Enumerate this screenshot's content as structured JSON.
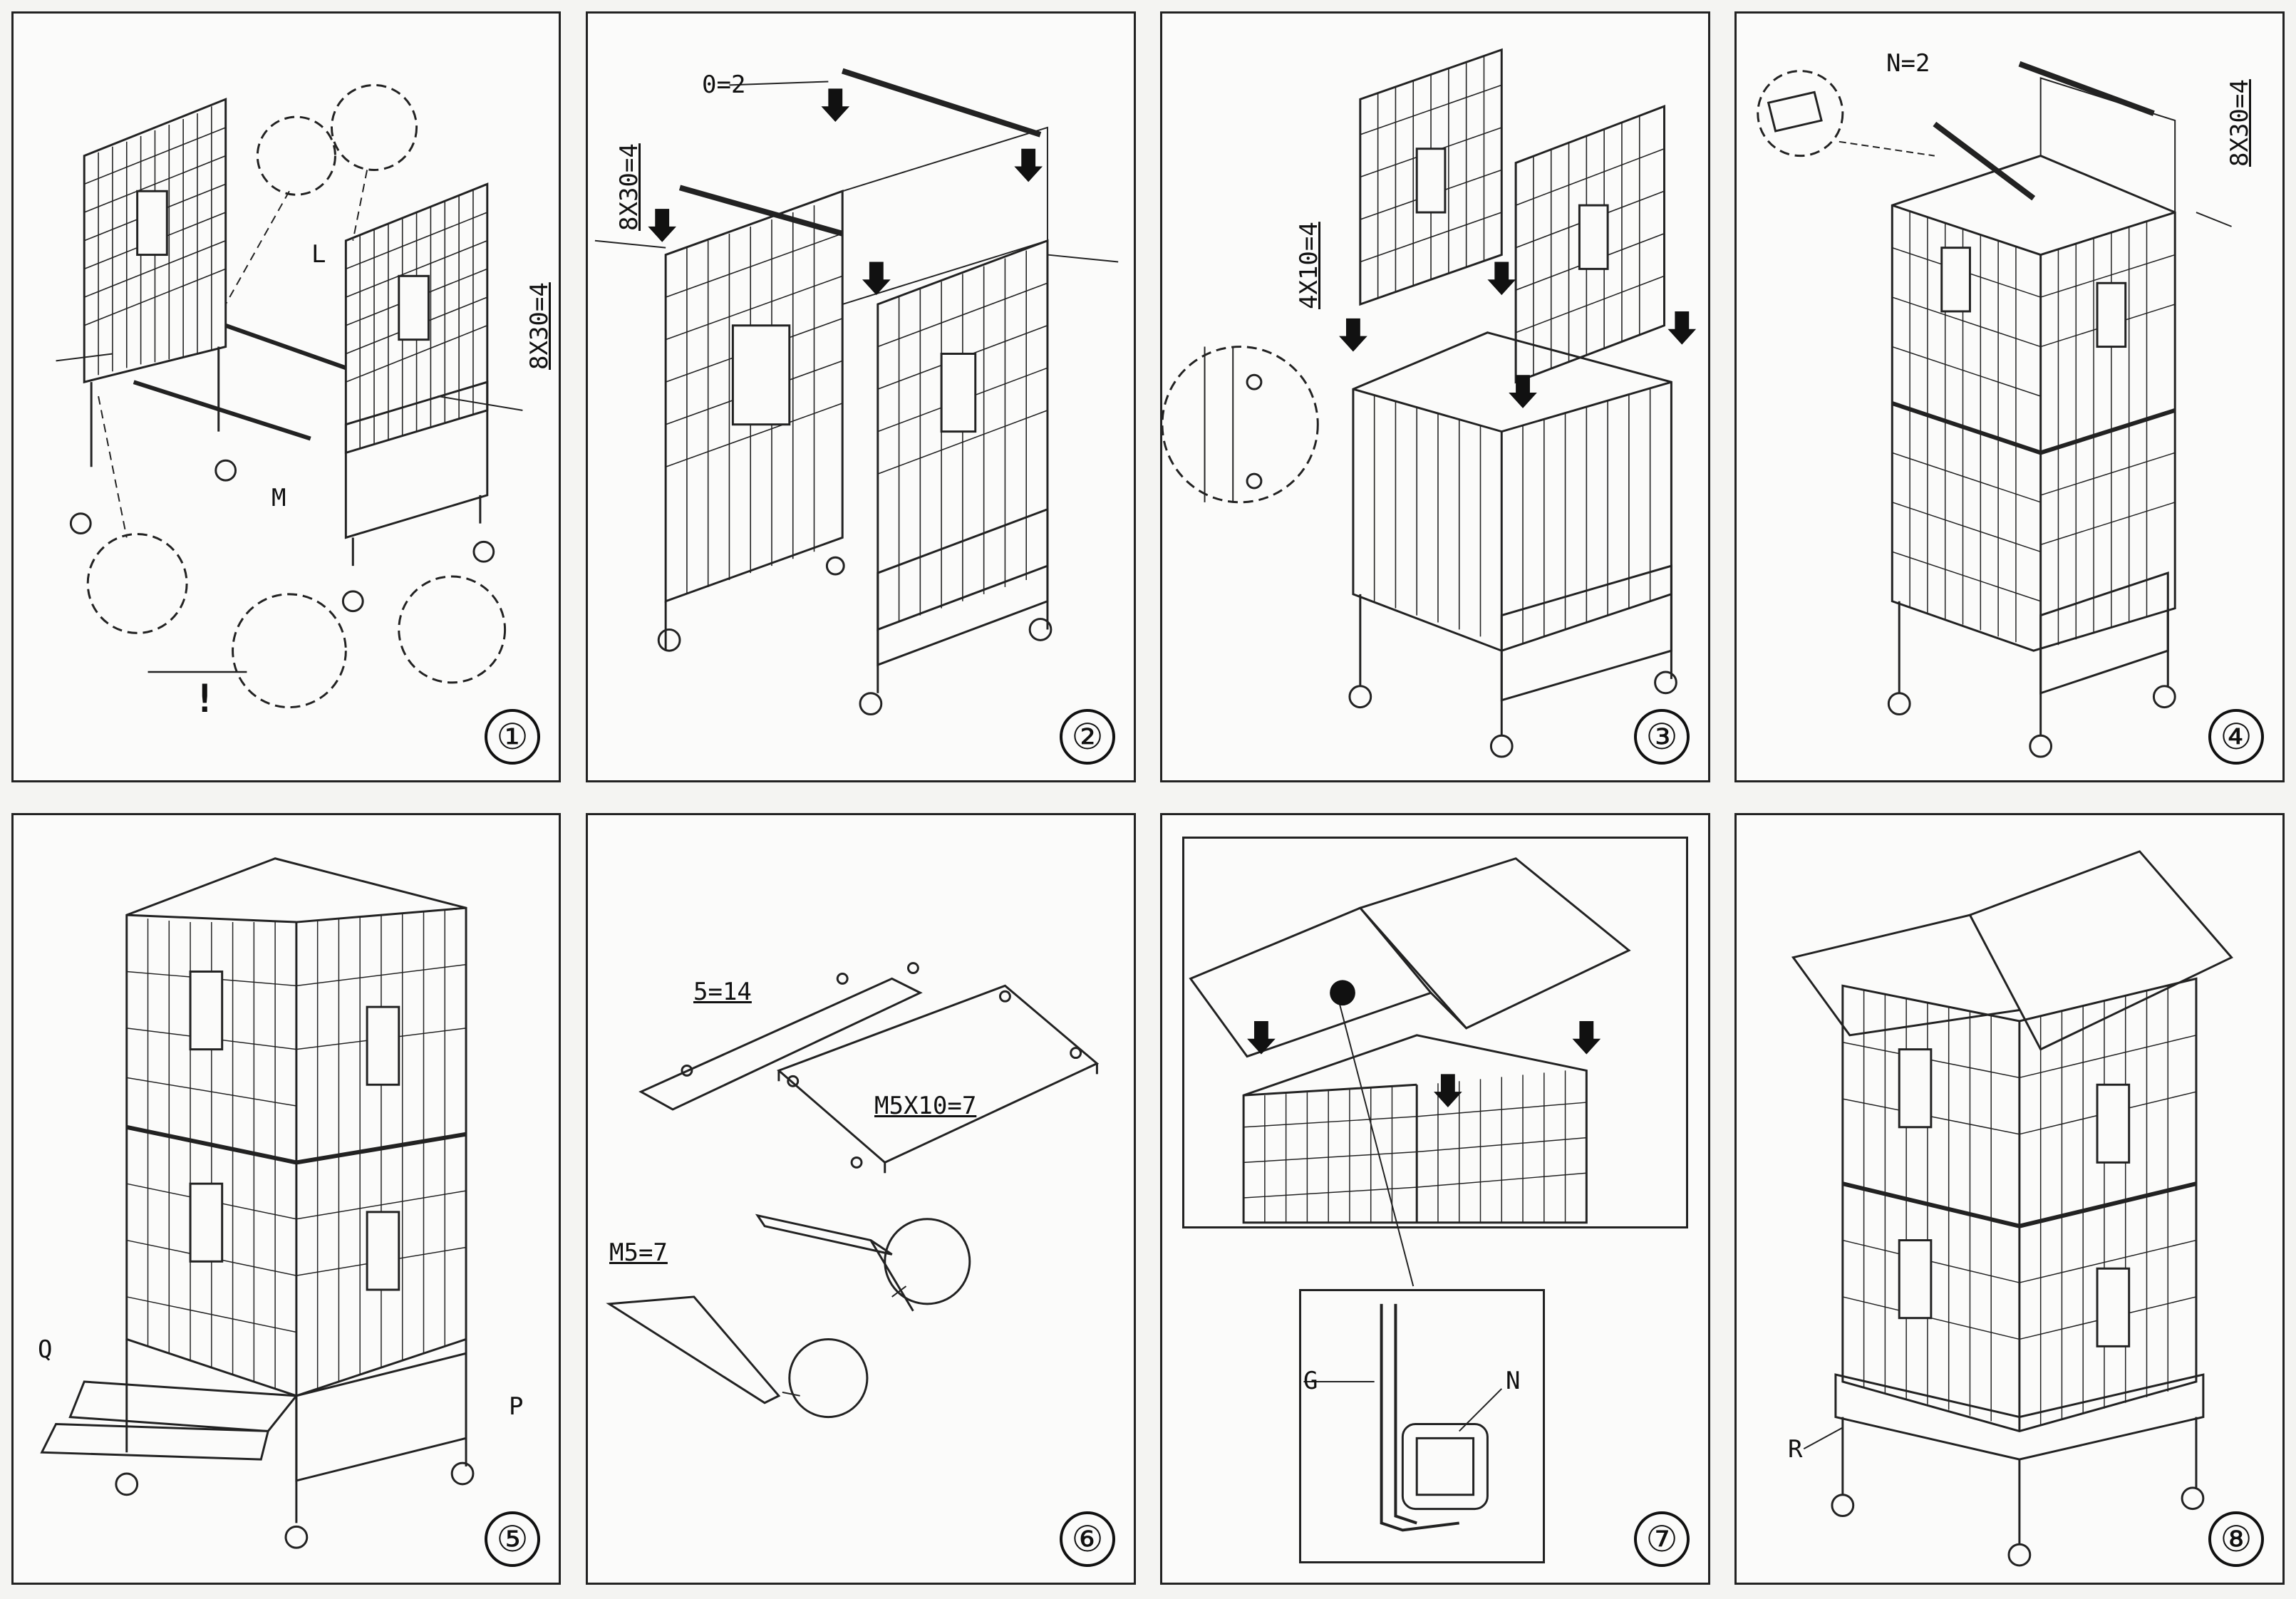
{
  "steps": [
    {
      "number": "①",
      "labels": {
        "a": "L",
        "b": "M",
        "c": "8X30=4",
        "d": "!"
      }
    },
    {
      "number": "②",
      "labels": {
        "a": "0=2",
        "b": "8X30=4"
      }
    },
    {
      "number": "③",
      "labels": {
        "a": "4X10=4"
      }
    },
    {
      "number": "④",
      "labels": {
        "a": "N=2",
        "b": "8X30=4"
      }
    },
    {
      "number": "⑤",
      "labels": {
        "a": "Q",
        "b": "P"
      }
    },
    {
      "number": "⑥",
      "labels": {
        "a": "5=14",
        "b": "M5X10=7",
        "c": "M5=7"
      }
    },
    {
      "number": "⑦",
      "labels": {
        "a": "G",
        "b": "N"
      }
    },
    {
      "number": "⑧",
      "labels": {
        "a": "R"
      }
    }
  ],
  "icons": [
    "cage-panel-icon",
    "arrow-down-icon",
    "magnify-circle-icon",
    "caster-wheel-icon",
    "roof-panel-icon"
  ]
}
